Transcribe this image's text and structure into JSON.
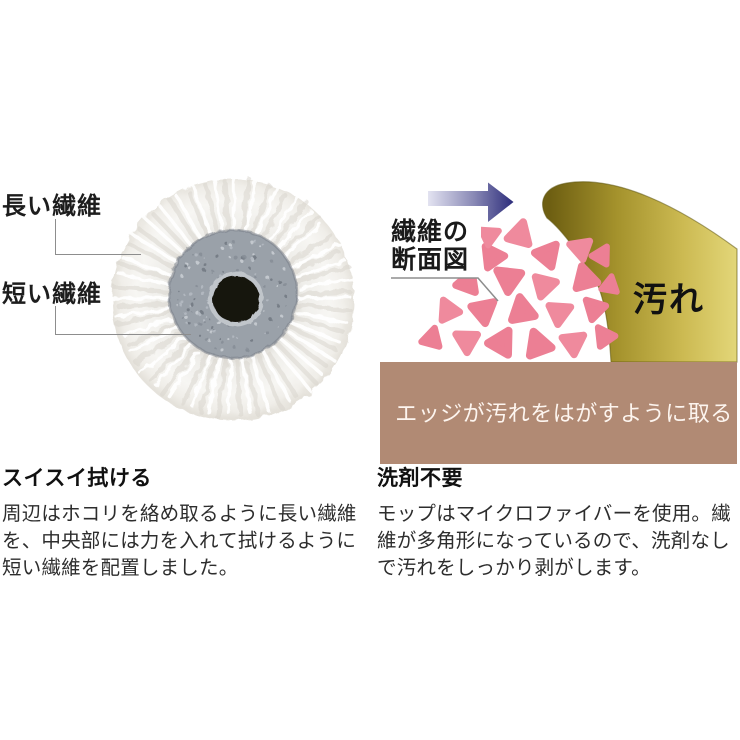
{
  "figure_left": {
    "labels": {
      "long_fiber": "長い繊維",
      "short_fiber": "短い繊維"
    }
  },
  "figure_right": {
    "cross_section_label": {
      "line1": "繊維の",
      "line2": "断面図"
    },
    "dirt_label": "汚れ",
    "bar_caption": "エッジが汚れをはがすように取る"
  },
  "features": {
    "left": {
      "heading": "スイスイ拭ける",
      "body": "周辺はホコリを絡め取るように長い繊維を、中央部には力を入れて拭けるように短い繊維を配置しました。"
    },
    "right": {
      "heading": "洗剤不要",
      "body": "モップはマイクロファイバーを使用。繊維が多角形になっているので、洗剤なしで汚れをしっかり剥がします。"
    }
  },
  "icons": {
    "wipe_direction_arrow": "right-arrow",
    "fiber_cross_section_shape": "rounded-triangle"
  },
  "colors": {
    "fiber_triangle_pink": "#ec7f94",
    "fiber_triangle_edge": "#e06a82",
    "dirt_gold_dark": "#6e5f12",
    "dirt_gold_light": "#e4d87b",
    "floor_bar_brown": "#b18a74",
    "arrow_navy": "#30307c",
    "arrow_light": "#dedeef",
    "caption_text_white": "#fdf5ef"
  }
}
